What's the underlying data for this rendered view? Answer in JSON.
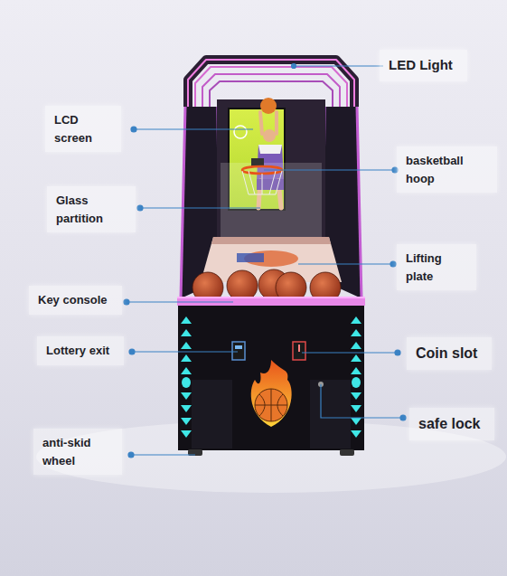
{
  "diagram": {
    "labels": [
      "LED Light",
      "LCD screen",
      "basketball hoop",
      "Glass partition",
      "Lifting plate",
      "Key console",
      "Lottery exit",
      "Coin slot",
      "safe lock",
      "anti-skid wheel"
    ]
  }
}
